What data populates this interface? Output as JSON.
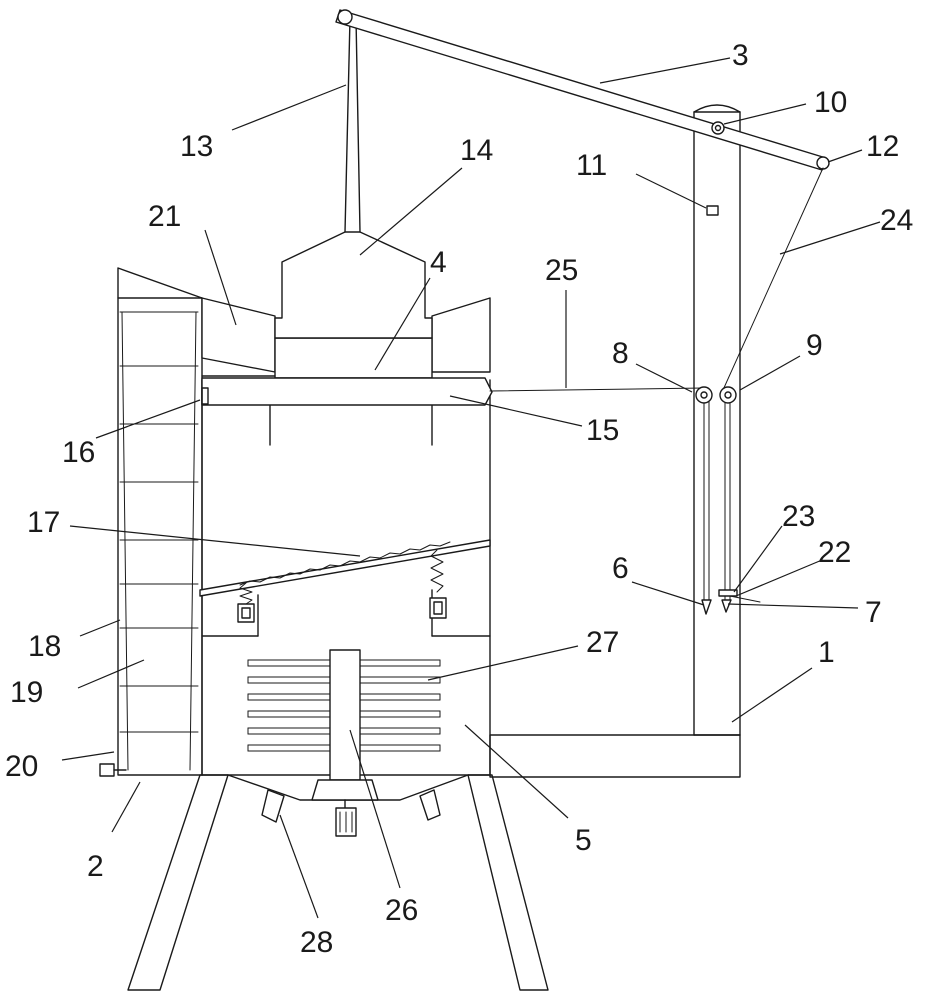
{
  "labels": {
    "l1": "1",
    "l2": "2",
    "l3": "3",
    "l4": "4",
    "l5": "5",
    "l6": "6",
    "l7": "7",
    "l8": "8",
    "l9": "9",
    "l10": "10",
    "l11": "11",
    "l12": "12",
    "l13": "13",
    "l14": "14",
    "l15": "15",
    "l16": "16",
    "l17": "17",
    "l18": "18",
    "l19": "19",
    "l20": "20",
    "l21": "21",
    "l22": "22",
    "l23": "23",
    "l24": "24",
    "l25": "25",
    "l26": "26",
    "l27": "27",
    "l28": "28"
  }
}
